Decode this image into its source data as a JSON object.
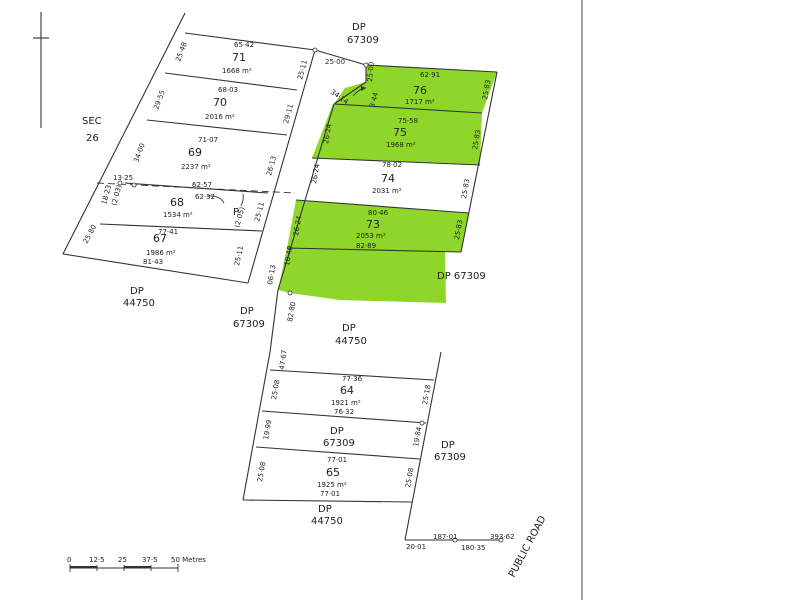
{
  "colors": {
    "highlight": "#8fd62a",
    "lines": "#333333"
  },
  "labels": {
    "dp_top": "DP",
    "dp_top_num": "67309",
    "sec": "SEC",
    "sec_num": "26",
    "dp_left": "DP",
    "dp_left_num": "44750",
    "dp_mid_left": "DP",
    "dp_mid_left_num": "67309",
    "dp_right_green": "DP  67309",
    "dp_mid": "DP",
    "dp_mid_num": "44750",
    "dp_lower": "DP",
    "dp_lower_num": "67309",
    "dp_right_lower": "DP",
    "dp_right_lower_num": "67309",
    "dp_bottom": "DP",
    "dp_bottom_num": "44750",
    "public_road": "PUBLIC ROAD",
    "p_label": "P"
  },
  "lots": {
    "l71": {
      "num": "71",
      "area": "1668 m²",
      "top": "65·42",
      "left": "25·48",
      "right": "25·11"
    },
    "l70": {
      "num": "70",
      "area": "2016 m²",
      "top": "68·03",
      "left": "29·55",
      "right": "29·11"
    },
    "l69": {
      "num": "69",
      "area": "2237 m²",
      "top": "71·07",
      "left": "34·00",
      "right": "26·13"
    },
    "l68": {
      "num": "68",
      "area": "1534 m²",
      "top": "62·57",
      "mid": "62·32",
      "left_a": "13·25",
      "left_b": "18·23",
      "left_c": "(2·03)",
      "right_a": "(2·05)",
      "right_b": "25·11"
    },
    "l67": {
      "num": "67",
      "area": "1986 m²",
      "top": "77·41",
      "bottom": "81·43",
      "left": "25·80",
      "right": "25·11"
    },
    "l76": {
      "num": "76",
      "area": "1717 m²",
      "top": "62·91",
      "left_a": "25·00",
      "left_b": "25·00",
      "left_c": "34·14",
      "left_d": "3·44",
      "right": "25·83"
    },
    "l75": {
      "num": "75",
      "area": "1968 m²",
      "top": "75·58",
      "left": "26·24",
      "right": "25·83"
    },
    "l74": {
      "num": "74",
      "area": "2031 m²",
      "top": "78·02",
      "left": "26·24",
      "right": "25·83"
    },
    "l73": {
      "num": "73",
      "area": "2053 m²",
      "top": "80·46",
      "bottom": "82·89",
      "left": "26·24",
      "right": "25·83"
    },
    "l_green_bottom": {
      "left_a": "10·40",
      "left_b": "06·13",
      "below": "82·80"
    },
    "l64": {
      "num": "64",
      "area": "1921 m²",
      "top": "77·36",
      "bottom": "76·32",
      "left_a": "47·67",
      "left": "25·08",
      "right": "25·18"
    },
    "l_dp_mid": {
      "left": "19·99",
      "right": "19·84"
    },
    "l65": {
      "num": "65",
      "area": "1925 m²",
      "top": "77·01",
      "bottom": "77·01",
      "left": "25·08",
      "right": "25·08"
    }
  },
  "road": {
    "a": "20·01",
    "b": "187·01",
    "c": "180·35",
    "d": "393·62"
  },
  "scale": {
    "ticks": [
      "0",
      "12·5",
      "25",
      "37·5",
      "50 Metres"
    ]
  }
}
